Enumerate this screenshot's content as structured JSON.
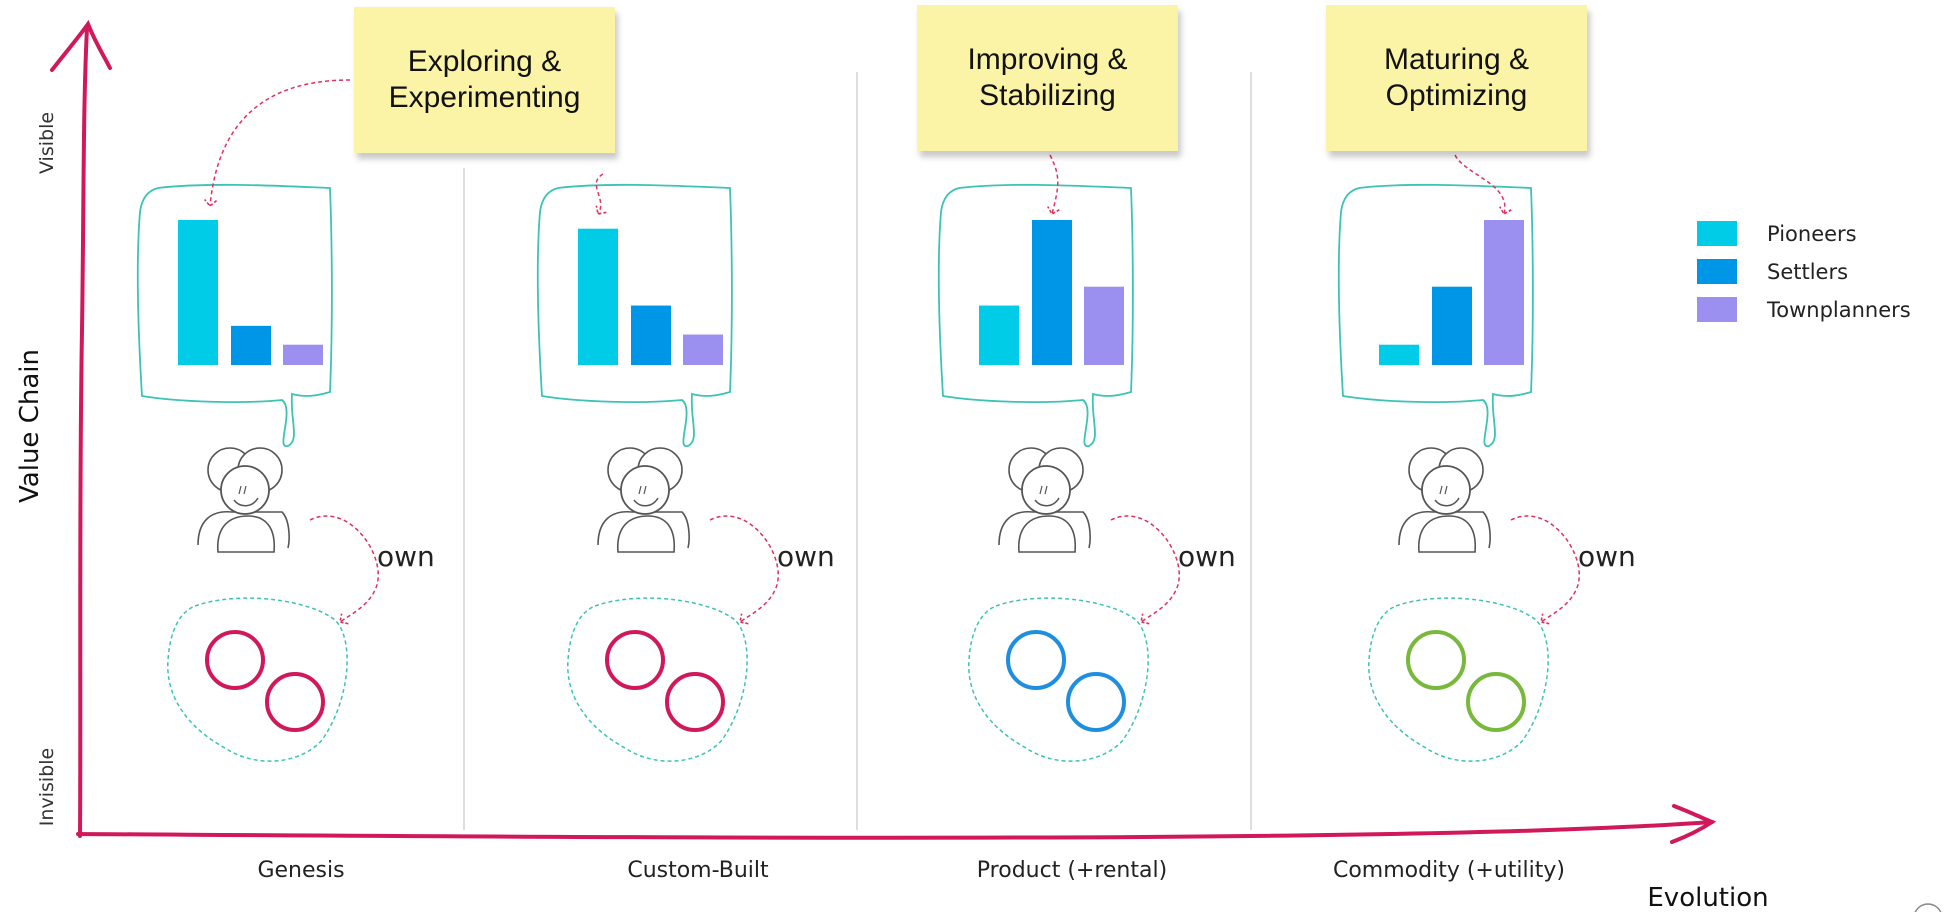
{
  "axes": {
    "y_label": "Value Chain",
    "y_top": "Visible",
    "y_bottom": "Invisible",
    "x_label": "Evolution"
  },
  "stages": [
    {
      "label": "Genesis",
      "note": "Exploring &\nExperimenting",
      "bars": [
        1.0,
        0.27,
        0.14
      ],
      "circle_color": "#d0185a",
      "own": "own"
    },
    {
      "label": "Custom-Built",
      "note": "",
      "bars": [
        0.94,
        0.41,
        0.21
      ],
      "circle_color": "#d0185a",
      "own": "own"
    },
    {
      "label": "Product (+rental)",
      "note": "Improving &\nStabilizing",
      "bars": [
        0.41,
        1.0,
        0.54
      ],
      "circle_color": "#1e8ee0",
      "own": "own"
    },
    {
      "label": "Commodity (+utility)",
      "note": "Maturing &\nOptimizing",
      "bars": [
        0.14,
        0.54,
        1.0
      ],
      "circle_color": "#78b83a",
      "own": "own"
    }
  ],
  "legend": [
    {
      "name": "Pioneers",
      "color": "#00cce8"
    },
    {
      "name": "Settlers",
      "color": "#0096e8"
    },
    {
      "name": "Townplanners",
      "color": "#9b8ff0"
    }
  ],
  "colors": {
    "axis": "#d0185a",
    "bubble_outline": "#3cc3b5",
    "dashed_arrow": "#e0305e",
    "divider": "#d4d4d4",
    "note_bg": "#fbf4a6"
  },
  "icons": [
    "team-icon"
  ]
}
